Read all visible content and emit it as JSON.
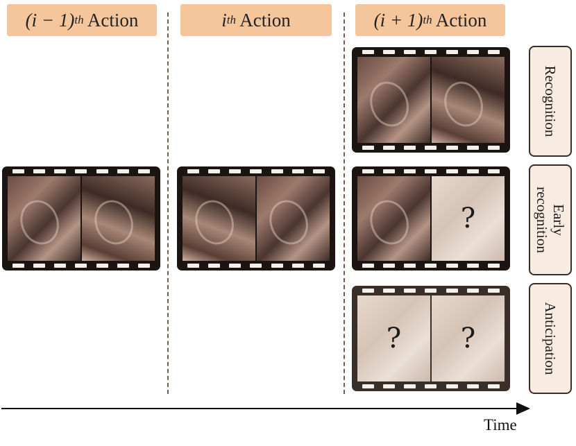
{
  "headers": {
    "prev_action": {
      "prefix": "(i − 1)",
      "sup": "th",
      "suffix": " Action"
    },
    "curr_action": {
      "prefix": "i",
      "sup": "th",
      "suffix": " Action"
    },
    "next_action": {
      "prefix": "(i + 1)",
      "sup": "th",
      "suffix": " Action"
    }
  },
  "unknown_mark": "?",
  "tasks": {
    "recognition": "Recognition",
    "early_recognition_line1": "Early",
    "early_recognition_line2": "recognition",
    "anticipation": "Anticipation"
  },
  "axis": {
    "label": "Time"
  },
  "colors": {
    "header_bg": "#f5c69c",
    "label_bg": "#f8ebe2",
    "film": "#1c1410",
    "divider": "#7a5c4a"
  }
}
